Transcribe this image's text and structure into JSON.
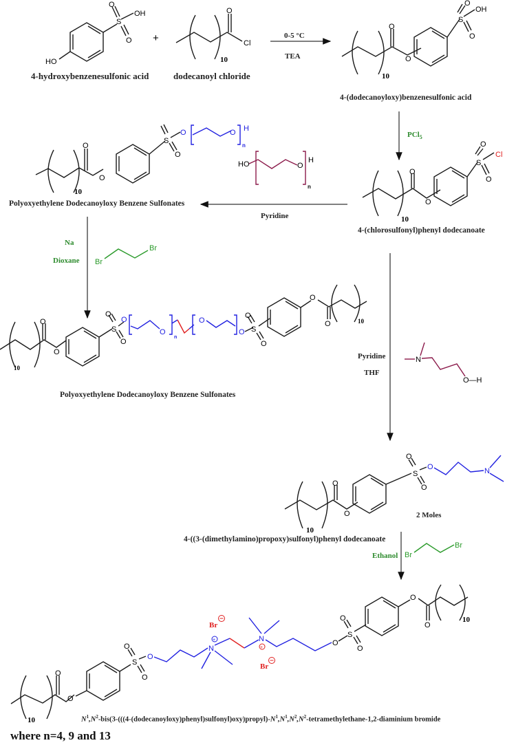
{
  "compounds": {
    "reactant1": "4-hydroxybenzenesulfonic acid",
    "reactant2": "dodecanoyl chloride",
    "intermediate1": "4-(dodecanoyloxy)benzenesulfonic acid",
    "intermediate2": "4-(chlorosulfonyl)phenyl dodecanoate",
    "peg_product": "Polyoxyethylene Dodecanoyloxy Benzene Sulfonates",
    "gemini_peg_product": "Polyoxyethylene Dodecanoyloxy Benzene Sulfonates",
    "amine_intermediate": "4-((3-(dimethylamino)propoxy)sulfonyl)phenyl dodecanoate",
    "final_product_prefix": "N",
    "final_product_sup1": "1",
    "final_product_mid": ",N",
    "final_product_sup2": "2",
    "final_product_rest1": "-bis(3-(((4-(dodecanoyloxy)phenyl)sulfonyl)oxy)propyl)-",
    "final_product_n1": "N",
    "final_product_s1": "1",
    "final_product_n2": ",N",
    "final_product_s2": "1",
    "final_product_n3": ",N",
    "final_product_s3": "2",
    "final_product_n4": ",N",
    "final_product_s4": "2",
    "final_product_tail": "-tetramethylethane-1,2-diaminium bromide"
  },
  "symbols": {
    "plus": "+",
    "repeat_10": "10",
    "repeat_n": "n",
    "two_moles": "2 Moles"
  },
  "conditions": {
    "step1_top": "0-5 °C",
    "step1_bottom": "TEA",
    "step2": "PCl",
    "step2_sub": "5",
    "step3": "Pyridine",
    "step4_a": "Na",
    "step4_b": "Dioxane",
    "step5_a": "Pyridine",
    "step5_b": "THF",
    "step6": "Ethanol"
  },
  "atoms": {
    "O": "O",
    "OH": "OH",
    "HO": "HO",
    "S": "S",
    "Cl": "Cl",
    "H": "H",
    "N": "N",
    "Br": "Br",
    "O_H": "O—H"
  },
  "footnote": "where n=4, 9 and 13",
  "colors": {
    "bond": "#1a1a1a",
    "peg_blue": "#2020e0",
    "linker_red": "#e02020",
    "reagent_green": "#2a9a2a",
    "reagent_purple": "#8b1a4a",
    "chloride_red": "#e02020"
  }
}
